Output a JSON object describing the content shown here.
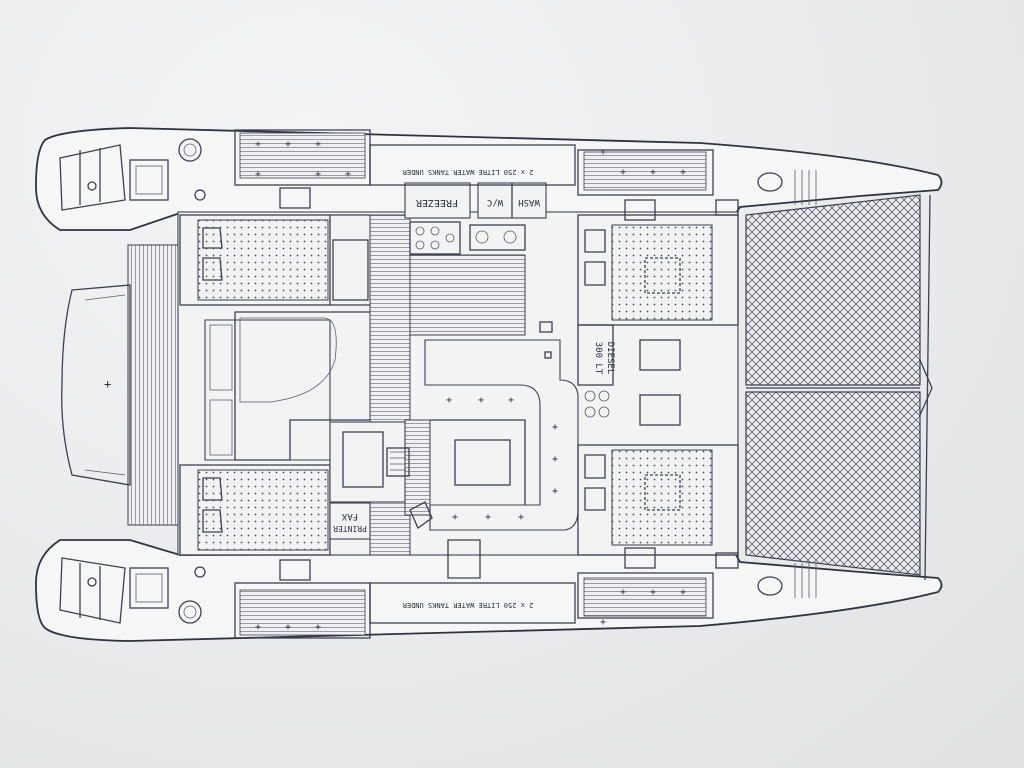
{
  "labels": {
    "freezer": "FREEZER",
    "wash": "WASH",
    "wc": "W/C",
    "fax": "FAX",
    "printer": "PRINTER",
    "diesel_qty": "300 LT",
    "diesel": "DIESEL",
    "water_tanks_top": "2 x 250 LITRE WATER TANKS UNDER",
    "water_tanks_bottom": "2 x 250 LITRE WATER TANKS UNDER"
  },
  "colors": {
    "paper": "#ecedee",
    "line": "#3c4050",
    "panel": "#f3f3f4"
  }
}
